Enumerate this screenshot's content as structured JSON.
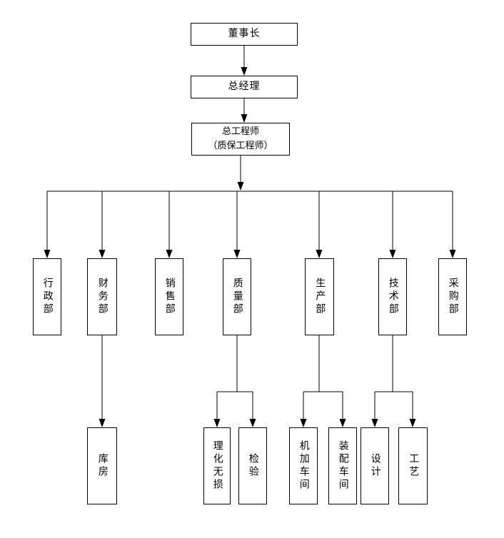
{
  "diagram": {
    "type": "org-chart",
    "colors": {
      "background": "#ffffff",
      "box_border": "#000000",
      "box_fill": "#ffffff",
      "line": "#000000"
    },
    "top_nodes": {
      "chairman": "董事长",
      "general_manager": "总经理",
      "chief_engineer_line1": "总工程师",
      "chief_engineer_line2": "（质保工程师）"
    },
    "departments": [
      {
        "label": "行政部"
      },
      {
        "label": "财务部"
      },
      {
        "label": "销售部"
      },
      {
        "label": "质量部"
      },
      {
        "label": "生产部"
      },
      {
        "label": "技术部"
      },
      {
        "label": "采购部"
      }
    ],
    "sub_units": [
      {
        "label": "库房",
        "parent": "财务部"
      },
      {
        "label": "理化无损",
        "parent": "质量部"
      },
      {
        "label": "检验",
        "parent": "质量部"
      },
      {
        "label": "机加车间",
        "parent": "生产部"
      },
      {
        "label": "装配车间",
        "parent": "生产部"
      },
      {
        "label": "设计",
        "parent": "技术部"
      },
      {
        "label": "工艺",
        "parent": "技术部"
      }
    ]
  }
}
